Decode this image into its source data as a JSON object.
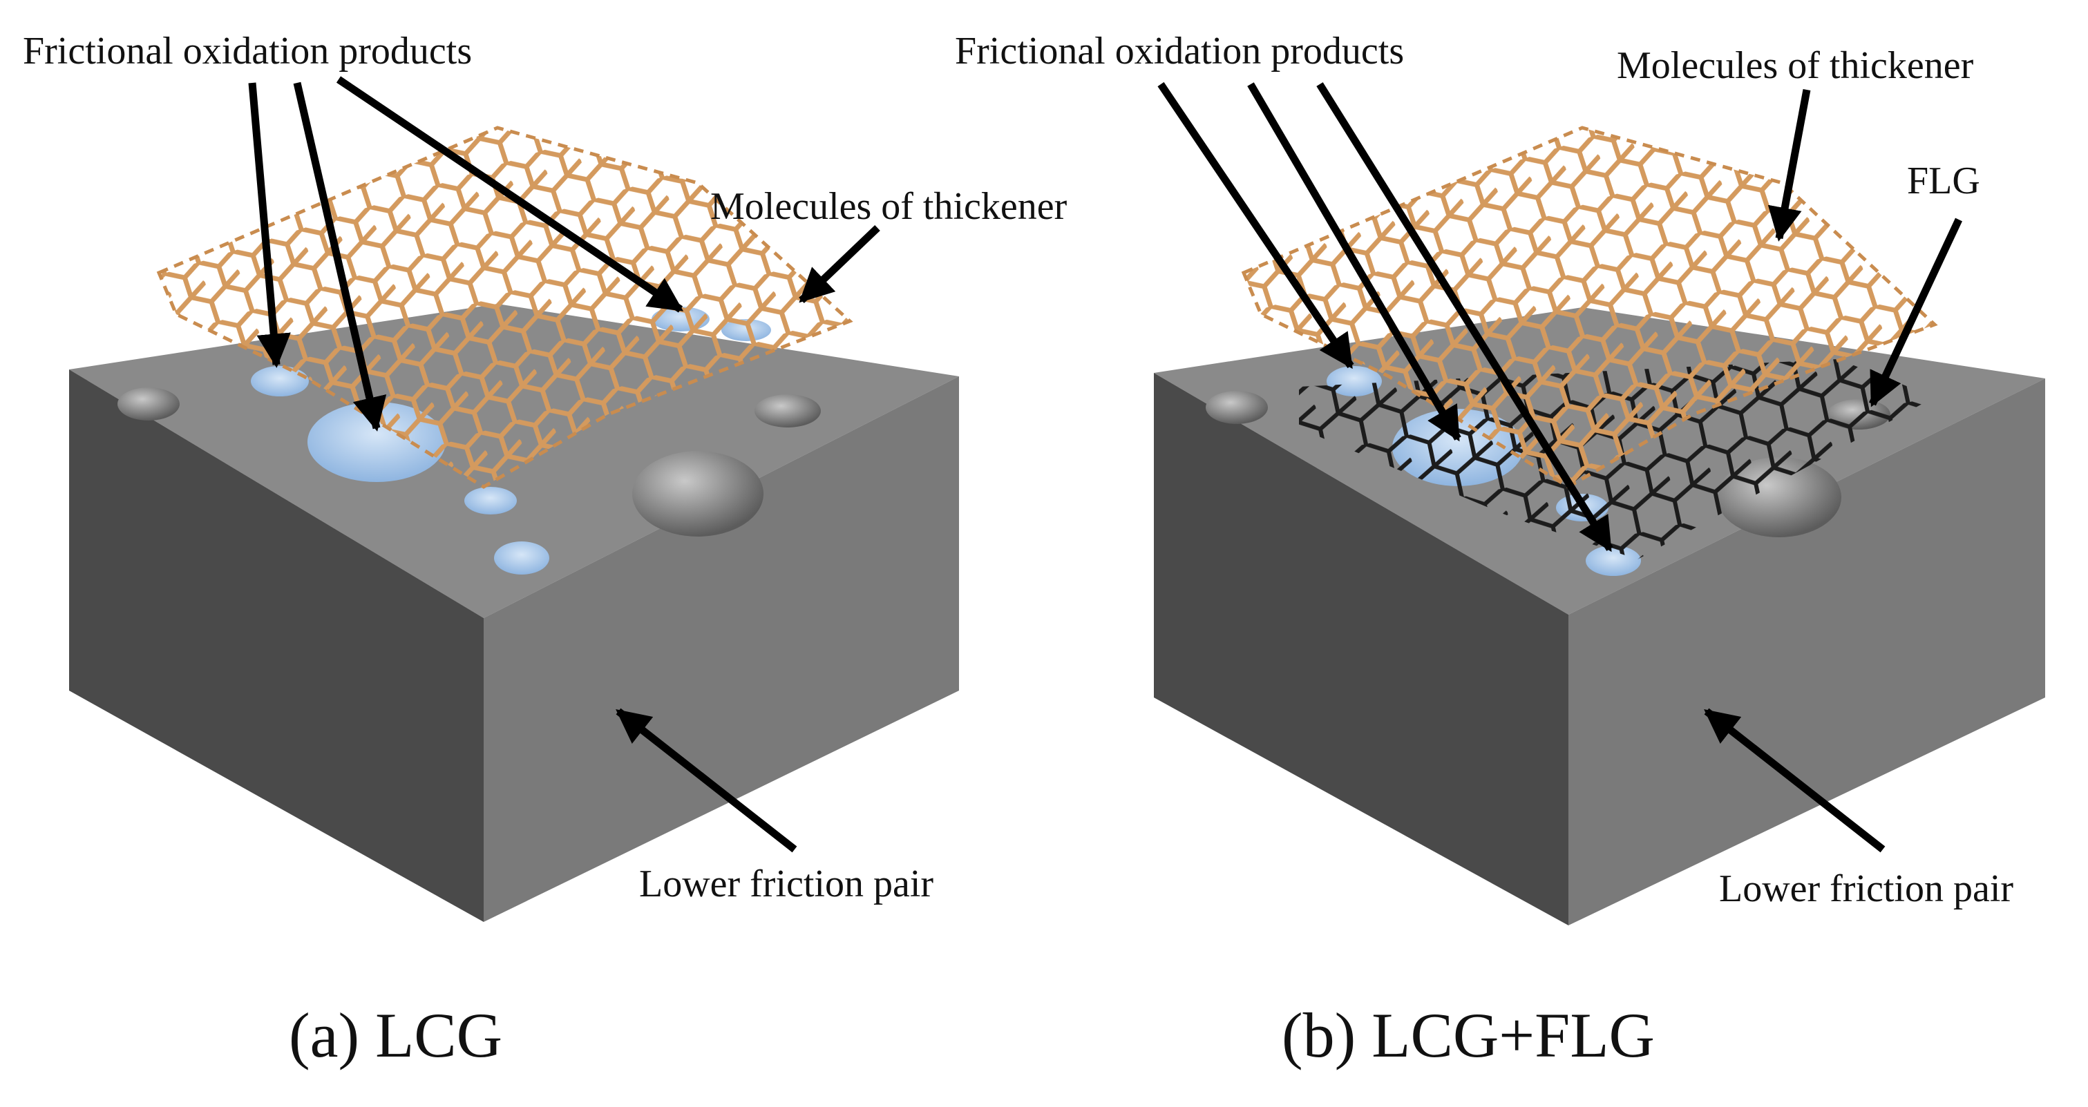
{
  "panels": [
    {
      "id": "a",
      "caption": "(a) LCG",
      "labels": {
        "oxidation": "Frictional oxidation products",
        "thickener": "Molecules of thickener",
        "lower_pair": "Lower friction pair"
      }
    },
    {
      "id": "b",
      "caption": "(b) LCG+FLG",
      "labels": {
        "oxidation": "Frictional oxidation products",
        "thickener": "Molecules of thickener",
        "flg": "FLG",
        "lower_pair": "Lower friction pair"
      }
    }
  ],
  "colors": {
    "block_top": "#8a8a8a",
    "block_left": "#4a4a4a",
    "block_right": "#7a7a7a",
    "thickener_net": "#d49a5e",
    "flg_net": "#1c1c1c",
    "oxidation_product": "#a9c8ea",
    "arrow": "#000000"
  }
}
